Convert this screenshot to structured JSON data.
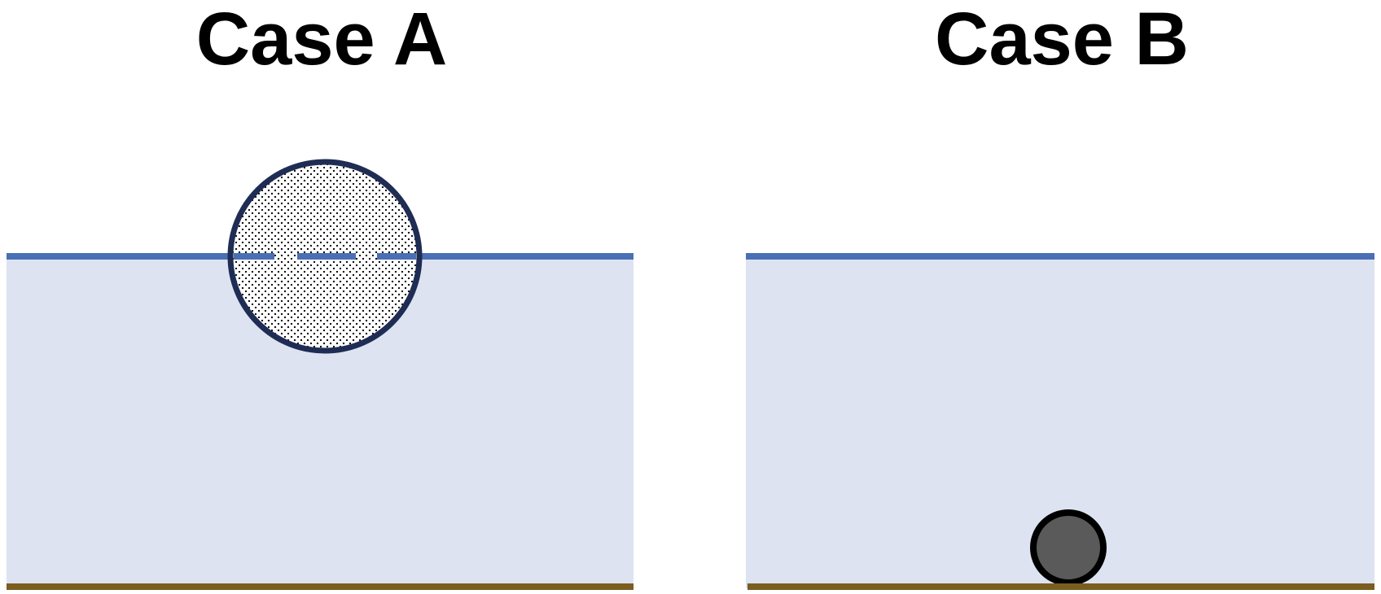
{
  "panels": [
    {
      "title": "Case A",
      "object": "floating-ball",
      "object_style": "dotted"
    },
    {
      "title": "Case B",
      "object": "sunken-ball",
      "object_style": "solid"
    }
  ],
  "colors": {
    "water_fill": "#dde3f1",
    "water_surface": "#4b6fb5",
    "ground": "#7a5d1f",
    "floating_ball_outline": "#1f2d54",
    "floating_ball_fill": "#ffffff",
    "floating_ball_dots": "#000000",
    "sunken_ball_outline": "#000000",
    "sunken_ball_fill": "#5a5a5a"
  }
}
